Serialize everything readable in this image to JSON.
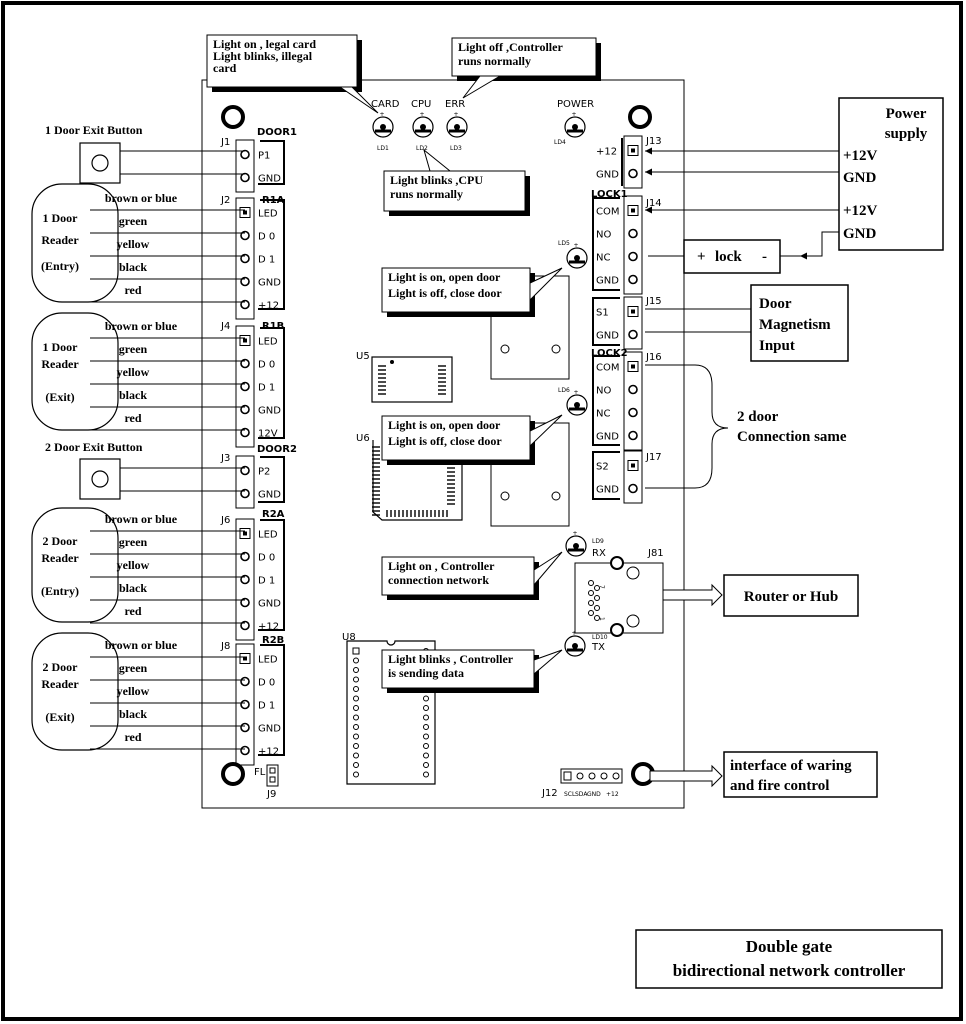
{
  "title": [
    "Double gate",
    "bidirectional network controller"
  ],
  "left": {
    "exit1": "1 Door Exit Button",
    "exit2": "2 Door Exit Button",
    "readers": [
      {
        "label": [
          "1 Door",
          "Reader",
          "(Entry)"
        ]
      },
      {
        "label": [
          "1 Door",
          "Reader",
          "(Exit)"
        ]
      },
      {
        "label": [
          "2 Door",
          "Reader",
          "(Entry)"
        ]
      },
      {
        "label": [
          "2 Door",
          "Reader",
          "(Exit)"
        ]
      }
    ],
    "wires": [
      "brown or blue",
      "green",
      "yellow",
      "black",
      "red"
    ]
  },
  "board": {
    "connectors": {
      "DOOR1": "DOOR1",
      "DOOR2": "DOOR2",
      "R1A": "R1A",
      "R1B": "R1B",
      "R2A": "R2A",
      "R2B": "R2B",
      "LOCK1": "LOCK1",
      "LOCK2": "LOCK2",
      "J1": "J1",
      "J2": "J2",
      "J3": "J3",
      "J4": "J4",
      "J6": "J6",
      "J8": "J8",
      "J9": "J9",
      "J12": "J12",
      "J13": "J13",
      "J14": "J14",
      "J15": "J15",
      "J16": "J16",
      "J17": "J17",
      "J81": "J81",
      "FL": "FL"
    },
    "pins": {
      "door1": [
        "P1",
        "GND"
      ],
      "door2": [
        "P2",
        "GND"
      ],
      "r1a": [
        "LED",
        "D 0",
        "D 1",
        "GND",
        "+12"
      ],
      "r1b": [
        "LED",
        "D 0",
        "D 1",
        "GND",
        "12V"
      ],
      "r2a": [
        "LED",
        "D 0",
        "D 1",
        "GND",
        "+12"
      ],
      "r2b": [
        "LED",
        "D 0",
        "D 1",
        "GND",
        "+12"
      ],
      "j13": [
        "+12",
        "GND"
      ],
      "lock1": [
        "COM",
        "NO",
        "NC",
        "GND"
      ],
      "j15": [
        "S1",
        "GND"
      ],
      "lock2": [
        "COM",
        "NO",
        "NC",
        "GND"
      ],
      "j17": [
        "S2",
        "GND"
      ],
      "j12": [
        "SCL",
        "SDA",
        "GND",
        "+12"
      ]
    },
    "leds": {
      "card": "CARD",
      "cpu": "CPU",
      "err": "ERR",
      "power": "POWER",
      "rx": "RX",
      "tx": "TX",
      "ld": [
        "LD1",
        "LD2",
        "LD3",
        "LD4",
        "LD5",
        "LD6",
        "LD9",
        "LD10"
      ]
    },
    "chips": {
      "u5": "U5",
      "u6": "U6",
      "u8": "U8"
    },
    "rj45_pins": {
      "p7": "7",
      "p1": "1"
    }
  },
  "callouts": {
    "card": [
      "Light on , legal card",
      "Light blinks, illegal",
      "card"
    ],
    "err": [
      "Light off ,Controller",
      "runs normally"
    ],
    "cpu": [
      "Light blinks ,CPU",
      "runs normally"
    ],
    "relay1": [
      "Light is on, open door",
      "Light is off, close door"
    ],
    "relay2": [
      "Light is on, open door",
      "Light is off, close door"
    ],
    "rx": [
      "Light on , Controller",
      "connection network"
    ],
    "tx": [
      "Light blinks , Controller",
      "is sending data"
    ]
  },
  "right": {
    "power": [
      "Power",
      "supply"
    ],
    "plus12v": "+12V",
    "gnd": "GND",
    "lock": [
      "+",
      "lock",
      "-"
    ],
    "magnet": [
      "Door",
      "Magnetism",
      "Input"
    ],
    "door2": [
      "2 door",
      "Connection same"
    ],
    "router": "Router or Hub",
    "fire": [
      "interface of waring",
      "and fire control"
    ]
  }
}
